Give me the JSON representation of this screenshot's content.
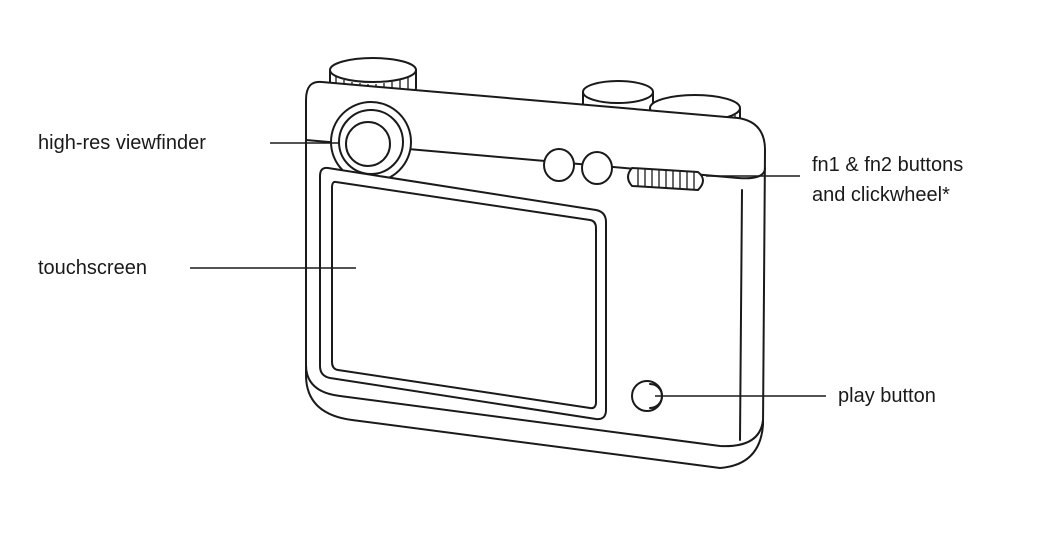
{
  "labels": {
    "viewfinder": "high-res viewfinder",
    "touchscreen": "touchscreen",
    "fn_line1": "fn1 & fn2 buttons",
    "fn_line2": "and clickwheel*",
    "play": "play button"
  },
  "colors": {
    "ink": "#1a1a1a",
    "background": "#ffffff"
  }
}
